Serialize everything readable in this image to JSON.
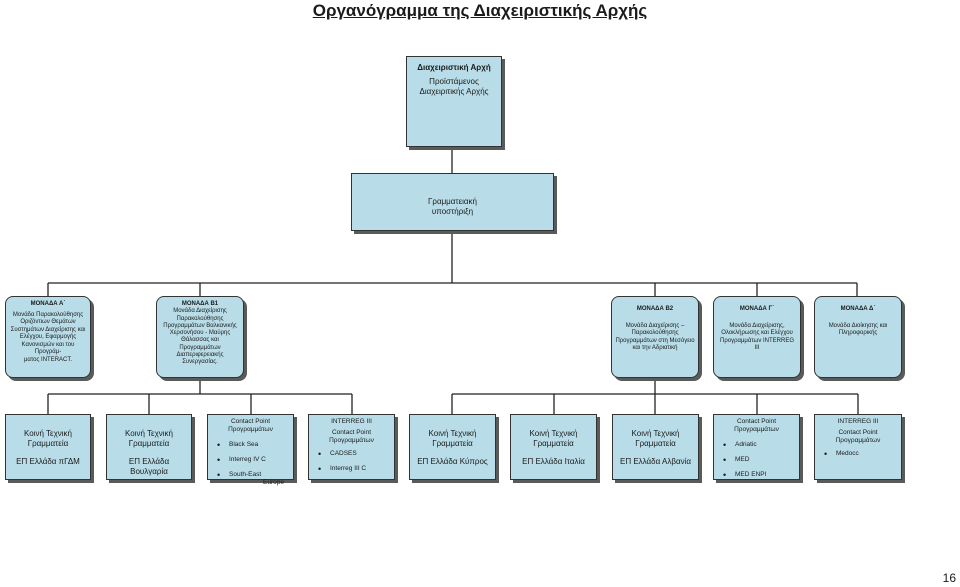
{
  "title": "Οργανόγραμμα της Διαχειριστικής Αρχής",
  "page_number": "16",
  "head": {
    "title": "Διαχειριστική Αρχή",
    "line1": "Προϊστάμενος",
    "line2": "Διαχειριτικής Αρχής"
  },
  "secretariat": {
    "line1": "Γραμματειακή",
    "line2": "υποστήριξη"
  },
  "units": {
    "a": {
      "title": "ΜΟΝΑΔΑ Α΄",
      "text": "Μονάδα Παρακολούθησης Οριζόντιων Θεμάτων Συστημάτων Διαχείρισης και Ελέγχου, Εφαρμογής Κανονισμών και του Προγράμ-\nματος INTERACT."
    },
    "b1": {
      "title": "ΜΟΝΑΔΑ Β1",
      "text": "Μονάδα Διαχείρισης Παρακολούθησης Προγραμμάτων Βαλκανικής Χερσονήσου - Μαύρης Θάλασσας και Προγραμμάτων Διαπεριφερειακής Συνεργασίας."
    },
    "b2": {
      "title": "ΜΟΝΑΔΑ Β2",
      "text": "Μονάδα Διαχείρισης – Παρακολούθησης Προγραμμάτων στη Μεσόγειο και την Αδριατική"
    },
    "c": {
      "title": "ΜΟΝΑΔΑ Γ΄",
      "text": "Μονάδα Διαχείρισης, Ολοκλήρωσης και Ελέγχου Προγραμμάτων INTERREG III"
    },
    "d": {
      "title": "ΜΟΝΑΔΑ Δ΄",
      "text": "Μονάδα Διοίκησης και Πληροφορικής"
    }
  },
  "bottom": {
    "s1": {
      "line1": "Κοινή Τεχνική",
      "line2": "Γραμματεία",
      "line3": "ΕΠ Ελλάδα πΓΔΜ"
    },
    "s2": {
      "line1": "Κοινή Τεχνική",
      "line2": "Γραμματεία",
      "line3": "ΕΠ Ελλάδα",
      "line4": "Βουλγαρία"
    },
    "cp1": {
      "line1": "Contact Point",
      "line2": "Προγραμμάτων",
      "items": [
        "Black Sea",
        "Interreg IV C",
        "South-East"
      ],
      "extra": "Europe"
    },
    "ir1": {
      "line1": "INTERREG III",
      "line2": "Contact Point",
      "line3": "Προγραμμάτων",
      "items": [
        "CADSES",
        "Interreg III C"
      ]
    },
    "s3": {
      "line1": "Κοινή Τεχνική",
      "line2": "Γραμματεία",
      "line3": "ΕΠ Ελλάδα Κύπρος"
    },
    "s4": {
      "line1": "Κοινή Τεχνική",
      "line2": "Γραμματεία",
      "line3": "ΕΠ Ελλάδα Ιταλία"
    },
    "s5": {
      "line1": "Κοινή Τεχνική",
      "line2": "Γραμματεία",
      "line3": "ΕΠ Ελλάδα Αλβανία"
    },
    "cp2": {
      "line1": "Contact Point",
      "line2": "Προγραμμάτων",
      "items": [
        "Adriatic",
        "MED",
        "MED ENPI"
      ]
    },
    "ir2": {
      "line1": "INTERREG III",
      "line2": "Contact Point",
      "line3": "Προγραμμάτων",
      "items": [
        "Medocc"
      ]
    }
  }
}
